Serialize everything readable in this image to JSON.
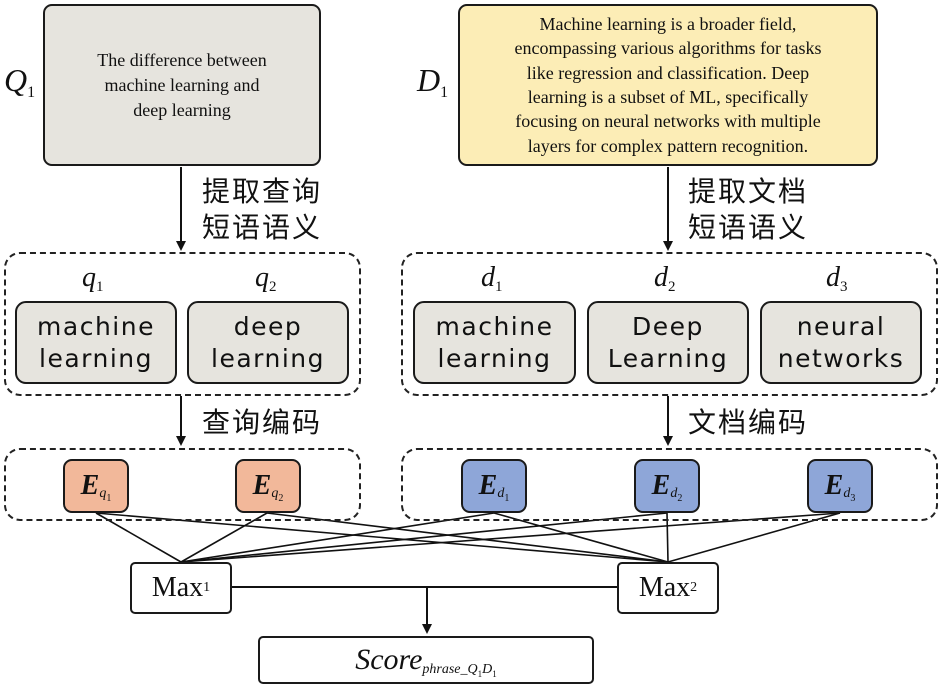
{
  "query": {
    "label": "Q",
    "label_sub": "1",
    "text": "The difference between\nmachine learning and\ndeep learning",
    "extract_step": "提取查询\n短语语义",
    "encode_step": "查询编码",
    "phrases": [
      {
        "label": "q",
        "sub": "1",
        "text": "machine\nlearning"
      },
      {
        "label": "q",
        "sub": "2",
        "text": "deep\nlearning"
      }
    ],
    "embeddings": [
      {
        "symbol": "E",
        "sub": "q",
        "subsub": "1",
        "color": "#f2b89a"
      },
      {
        "symbol": "E",
        "sub": "q",
        "subsub": "2",
        "color": "#f2b89a"
      }
    ],
    "text_box_color": "#e6e4de"
  },
  "document": {
    "label": "D",
    "label_sub": "1",
    "text": "Machine learning is a broader field,\nencompassing various algorithms for tasks\nlike regression and classification. Deep\nlearning is a subset of ML, specifically\nfocusing on neural networks with multiple\nlayers for complex pattern recognition.",
    "extract_step": "提取文档\n短语语义",
    "encode_step": "文档编码",
    "phrases": [
      {
        "label": "d",
        "sub": "1",
        "text": "machine\nlearning"
      },
      {
        "label": "d",
        "sub": "2",
        "text": "Deep\nLearning"
      },
      {
        "label": "d",
        "sub": "3",
        "text": "neural\nnetworks"
      }
    ],
    "embeddings": [
      {
        "symbol": "E",
        "sub": "d",
        "subsub": "1",
        "color": "#8ea6d8"
      },
      {
        "symbol": "E",
        "sub": "d",
        "subsub": "2",
        "color": "#8ea6d8"
      },
      {
        "symbol": "E",
        "sub": "d",
        "subsub": "3",
        "color": "#8ea6d8"
      }
    ],
    "text_box_color": "#fcedb6"
  },
  "max_nodes": [
    {
      "label": "Max",
      "sub": "1"
    },
    {
      "label": "Max",
      "sub": "2"
    }
  ],
  "score": {
    "label": "Score",
    "sub": "phrase",
    "sub_q": "Q",
    "sub_q_idx": "1",
    "sub_d": "D",
    "sub_d_idx": "1"
  }
}
